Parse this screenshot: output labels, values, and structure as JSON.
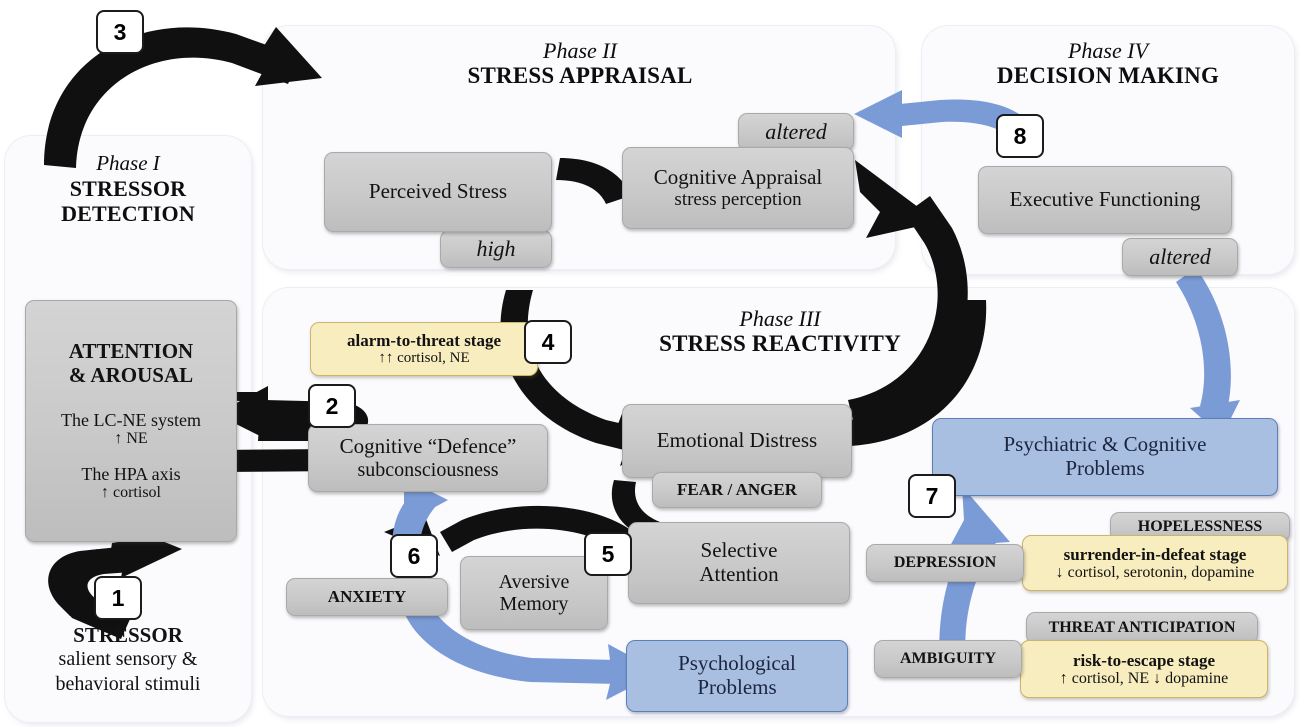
{
  "diagram": {
    "title": "Four-phase stress response model",
    "colors": {
      "panel_bg": "#fbfbfe",
      "grey_box": "#c9c9c9",
      "blue_box": "#a9bfe2",
      "yellow_box": "#f8edbf",
      "black_arrow": "#101010",
      "blue_arrow": "#7b9bd7"
    }
  },
  "phases": {
    "phase1": {
      "label": "Phase I",
      "name": "STRESSOR DETECTION"
    },
    "phase2": {
      "label": "Phase II",
      "name": "STRESS APPRAISAL"
    },
    "phase3": {
      "label": "Phase III",
      "name": "STRESS REACTIVITY"
    },
    "phase4": {
      "label": "Phase IV",
      "name": "DECISION MAKING"
    }
  },
  "boxes": {
    "attention_arousal": {
      "title": "ATTENTION\n& AROUSAL",
      "line1": "The LC-NE system",
      "line2": "↑ NE",
      "line3": "The HPA axis",
      "line4": "↑ cortisol"
    },
    "stressor": {
      "title": "STRESSOR",
      "subtitle": "salient sensory &\nbehavioral stimuli"
    },
    "perceived_stress": {
      "label": "Perceived Stress"
    },
    "high_tag": {
      "label": "high"
    },
    "cognitive_appraisal": {
      "line1": "Cognitive Appraisal",
      "line2": "stress perception"
    },
    "altered_tag_appraisal": {
      "label": "altered"
    },
    "executive_functioning": {
      "label": "Executive Functioning"
    },
    "altered_tag_executive": {
      "label": "altered"
    },
    "alarm_stage": {
      "line1": "alarm-to-threat  stage",
      "line2": "↑↑ cortisol, NE"
    },
    "cognitive_defence": {
      "line1": "Cognitive “Defence”",
      "line2": "subconsciousness"
    },
    "emotional_distress": {
      "label": "Emotional Distress"
    },
    "fear_anger_tag": {
      "label": "FEAR / ANGER"
    },
    "selective_attention": {
      "line1": "Selective",
      "line2": "Attention"
    },
    "aversive_memory": {
      "line1": "Aversive",
      "line2": "Memory"
    },
    "anxiety_tag": {
      "label": "ANXIETY"
    },
    "psychological_problems": {
      "line1": "Psychological",
      "line2": "Problems"
    },
    "psychiatric_problems": {
      "line1": "Psychiatric & Cognitive",
      "line2": "Problems"
    },
    "hopelessness_tag": {
      "label": "HOPELESSNESS"
    },
    "depression_tag": {
      "label": "DEPRESSION"
    },
    "surrender_stage": {
      "line1": "surrender-in-defeat   stage",
      "line2": "↓ cortisol, serotonin, dopamine"
    },
    "threat_anticipation_tag": {
      "label": "THREAT ANTICIPATION"
    },
    "ambiguity_tag": {
      "label": "AMBIGUITY"
    },
    "risk_stage": {
      "line1": "risk-to-escape  stage",
      "line2": "↑ cortisol, NE    ↓ dopamine"
    }
  },
  "badges": [
    {
      "id": "badge-1",
      "label": "1"
    },
    {
      "id": "badge-2",
      "label": "2"
    },
    {
      "id": "badge-3",
      "label": "3"
    },
    {
      "id": "badge-4",
      "label": "4"
    },
    {
      "id": "badge-5",
      "label": "5"
    },
    {
      "id": "badge-6",
      "label": "6"
    },
    {
      "id": "badge-7",
      "label": "7"
    },
    {
      "id": "badge-8",
      "label": "8"
    }
  ]
}
